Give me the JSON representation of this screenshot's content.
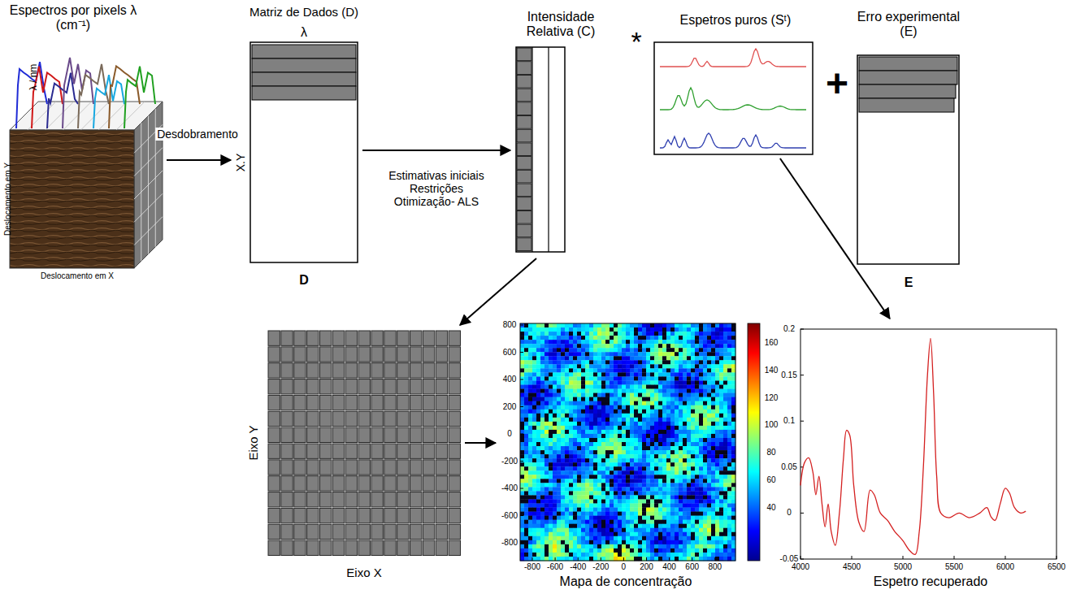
{
  "diagram": {
    "nodes": [
      {
        "text": [
          "Espectros por pixels λ (cm⁻¹)"
        ]
      },
      {
        "text": [
          "Matriz de Dados (D)",
          "λ",
          "X.Y",
          "D"
        ]
      },
      {
        "text": [
          "Intensidade Relativa (C)"
        ]
      },
      {
        "text": [
          "Espetros puros (Sᵗ)"
        ]
      },
      {
        "text": [
          "Erro experimental (E)",
          "E"
        ]
      },
      {
        "text": [
          "Eixo Y",
          "Eixo X"
        ]
      },
      {
        "text": [
          "Mapa de concentração"
        ]
      },
      {
        "text": [
          "Espetro recuperado"
        ]
      }
    ],
    "edges": [
      {
        "from": 0,
        "to": 1,
        "label": "Desdobramento",
        "arrow": "to"
      },
      {
        "from": 1,
        "to": 2,
        "label": "Estimativas iniciais Restrições Otimização- ALS",
        "arrow": "to"
      },
      {
        "from": 2,
        "to": 5,
        "arrow": "to"
      },
      {
        "from": 5,
        "to": 6,
        "arrow": "to"
      },
      {
        "from": 3,
        "to": 7,
        "arrow": "to"
      }
    ],
    "labels": [
      "λ / nm",
      "Deslocamento em Y",
      "Deslocamento em X",
      "*",
      "+",
      "800",
      "600",
      "400",
      "200",
      "0",
      "-200",
      "-400",
      "-600",
      "-800",
      "-800",
      "-600",
      "-400",
      "-200",
      "0",
      "200",
      "400",
      "600",
      "800",
      "160",
      "140",
      "120",
      "100",
      "80",
      "60",
      "40",
      "0.2",
      "0.15",
      "0.1",
      "0.05",
      "0",
      "-0.05",
      "4000",
      "4500",
      "5000",
      "5500",
      "6000",
      "6500"
    ]
  }
}
